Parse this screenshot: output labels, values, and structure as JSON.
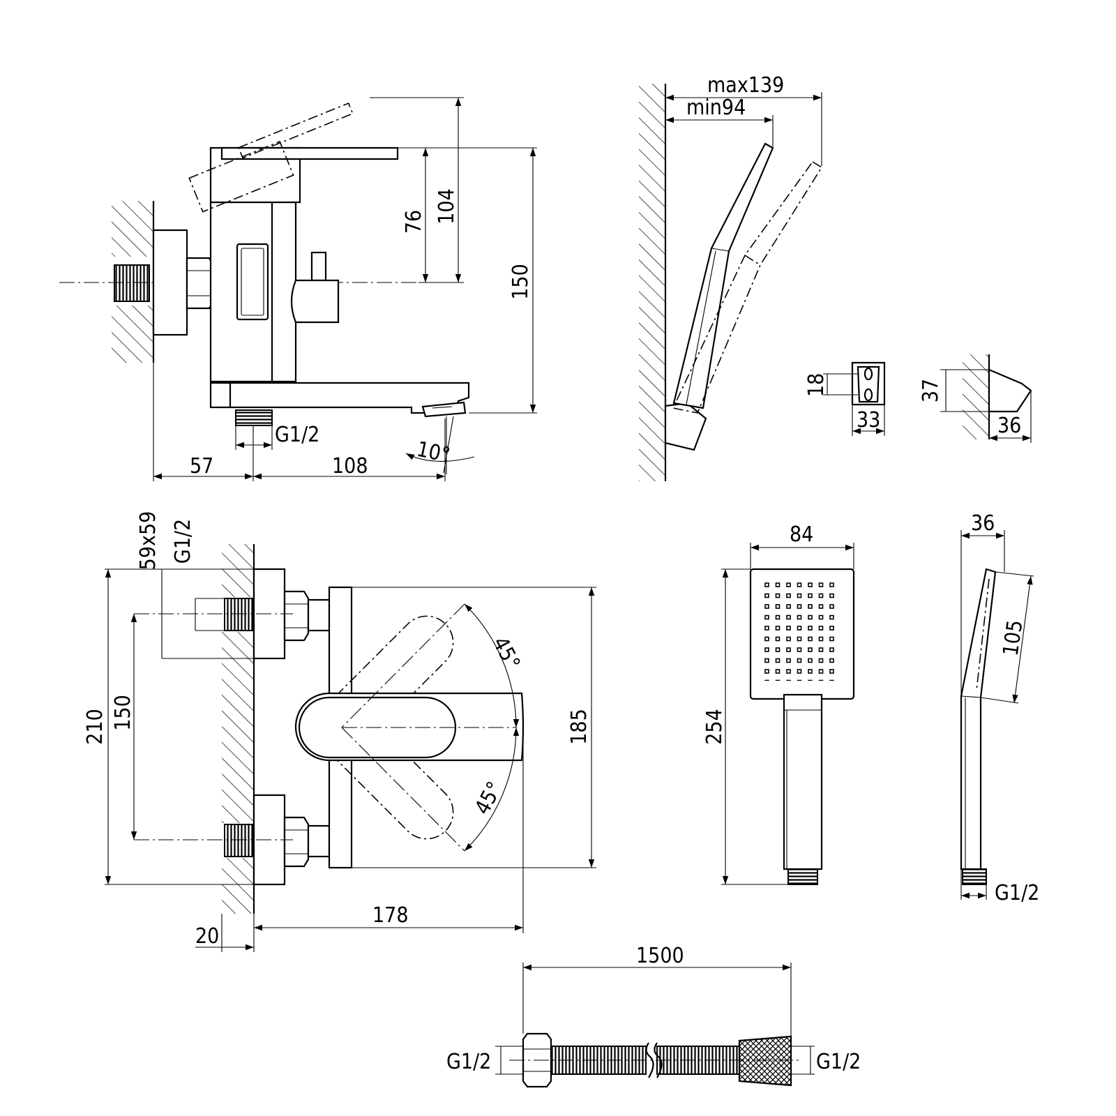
{
  "labels": {
    "d57": "57",
    "d108": "108",
    "d76": "76",
    "d104": "104",
    "d150_side": "150",
    "g12_a": "G1/2",
    "angle10": "10°",
    "max139": "max139",
    "min94": "min94",
    "d18": "18",
    "d33": "33",
    "d37": "37",
    "d36_holder": "36",
    "d59x59": "59x59",
    "g12_b": "G1/2",
    "d210": "210",
    "d150_front": "150",
    "angle45_top": "45°",
    "angle45_bot": "45°",
    "d185": "185",
    "d178": "178",
    "d20": "20",
    "d84": "84",
    "d254": "254",
    "d36_head": "36",
    "d105": "105",
    "g12_c": "G1/2",
    "d1500": "1500",
    "g12_d": "G1/2",
    "g12_e": "G1/2"
  }
}
